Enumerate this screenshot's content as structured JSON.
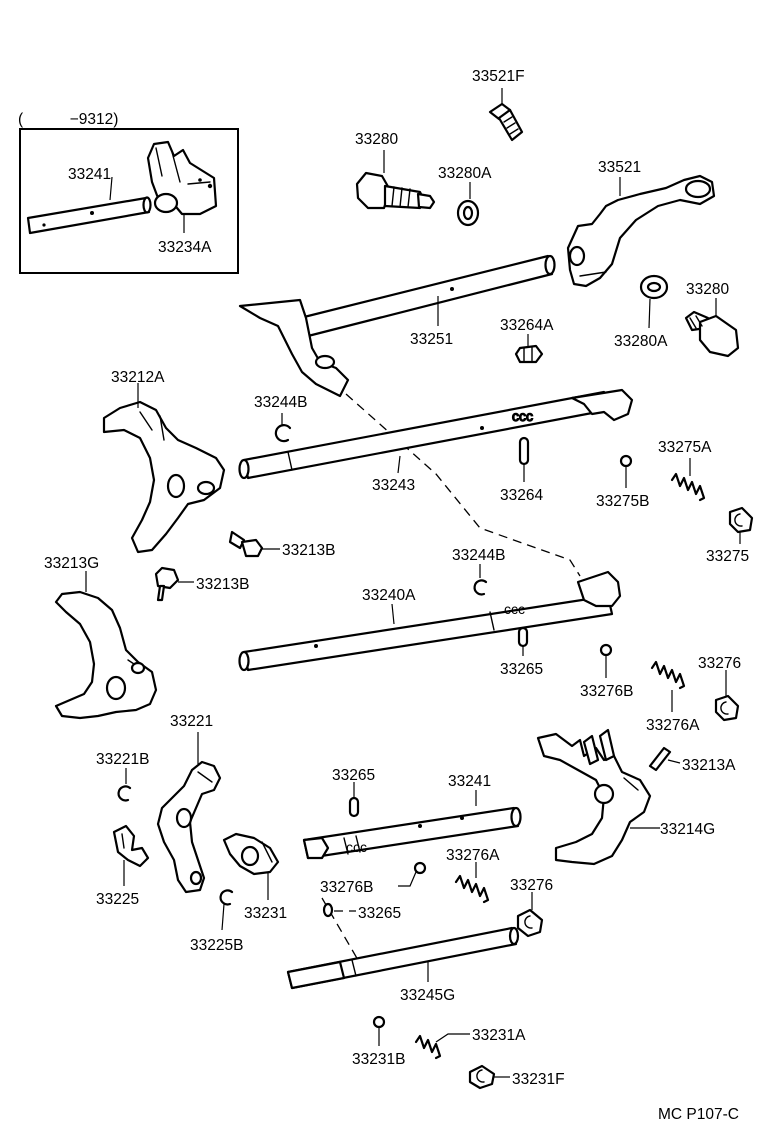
{
  "diagram": {
    "inset_note": "(　　　−9312)",
    "labels": {
      "p33521F": "33521F",
      "p33280_top": "33280",
      "p33280A_top": "33280A",
      "p33521": "33521",
      "p33241_inset": "33241",
      "p33234A": "33234A",
      "p33280_right": "33280",
      "p33280A_right": "33280A",
      "p33251": "33251",
      "p33264A": "33264A",
      "p33212A": "33212A",
      "p33244B_top": "33244B",
      "p33275A": "33275A",
      "p33243": "33243",
      "p33264": "33264",
      "p33275B": "33275B",
      "p33275": "33275",
      "p33213B_a": "33213B",
      "p33213G": "33213G",
      "p33244B_mid": "33244B",
      "p33213B_b": "33213B",
      "p33240A": "33240A",
      "p33276_right": "33276",
      "p33265_mid": "33265",
      "p33276B_mid": "33276B",
      "p33276A_mid": "33276A",
      "p33221": "33221",
      "p33213A": "33213A",
      "p33221B": "33221B",
      "p33265_low": "33265",
      "p33241_main": "33241",
      "p33214G": "33214G",
      "p33276A_low": "33276A",
      "p33276B_low": "33276B",
      "p33276_low": "33276",
      "p33265_bottom": "33265",
      "p33225": "33225",
      "p33231": "33231",
      "p33225B": "33225B",
      "p33245G": "33245G",
      "p33231A": "33231A",
      "p33231B": "33231B",
      "p33231F": "33231F"
    },
    "figure_code": "MC P107-C"
  }
}
